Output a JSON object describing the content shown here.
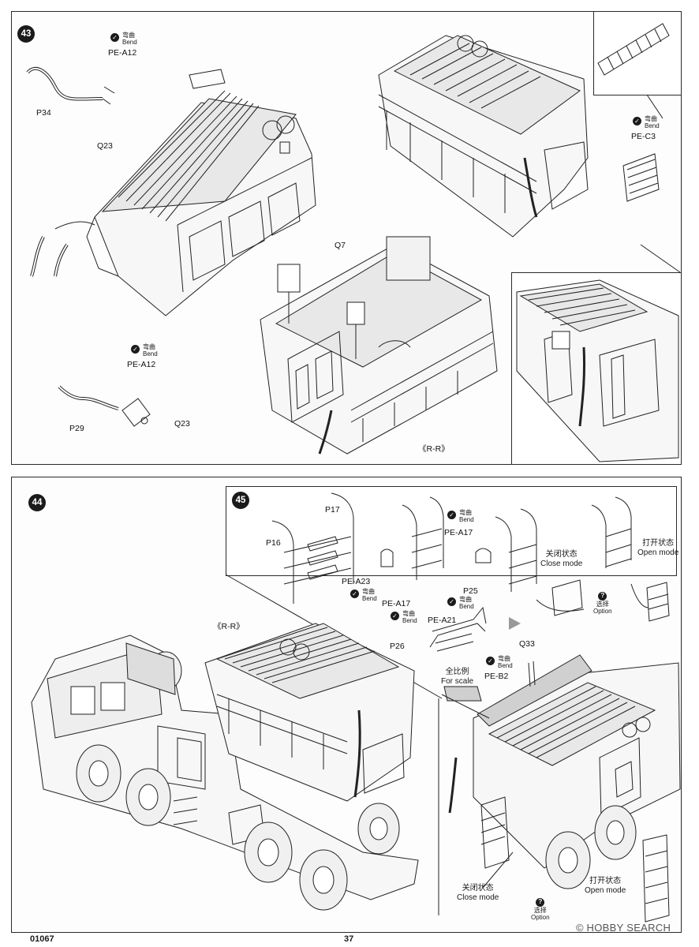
{
  "page": {
    "kit_number": "01067",
    "page_number": "37",
    "watermark": "HOBBY SEARCH",
    "watermark_mark": "©"
  },
  "step43": {
    "number": "43",
    "bend_top": {
      "cn": "弯曲",
      "en": "Bend",
      "code": "PE-A12"
    },
    "bend_mid": {
      "cn": "弯曲",
      "en": "Bend",
      "code": "PE-A12"
    },
    "bend_right": {
      "cn": "弯曲",
      "en": "Bend",
      "code": "PE-C3"
    },
    "labels": {
      "p34": "P34",
      "q23a": "Q23",
      "p29": "P29",
      "q23b": "Q23",
      "q7": "Q7",
      "rr": "《R-R》"
    }
  },
  "step44": {
    "number": "44",
    "labels": {
      "rr": "《R-R》"
    }
  },
  "step45": {
    "number": "45",
    "labels": {
      "p17": "P17",
      "p16": "P16",
      "pe_a23": "PE-A23",
      "pe_a17_top": "PE-A17",
      "pe_a17_low": "PE-A17",
      "p25": "P25",
      "pe_a21": "PE-A21",
      "p26": "P26",
      "q33": "Q33"
    },
    "bend_a23": {
      "cn": "弯曲",
      "en": "Bend"
    },
    "bend_a17_top": {
      "cn": "弯曲",
      "en": "Bend"
    },
    "bend_a17_low": {
      "cn": "弯曲",
      "en": "Bend"
    },
    "bend_p25": {
      "cn": "弯曲",
      "en": "Bend"
    },
    "bend_b2": {
      "cn": "弯曲",
      "en": "Bend",
      "code": "PE-B2"
    },
    "scale": {
      "cn": "全比例",
      "en": "For scale"
    },
    "close_top": {
      "cn": "关闭状态",
      "en": "Close mode"
    },
    "open_top": {
      "cn": "打开状态",
      "en": "Open mode"
    },
    "option_top": {
      "cn": "选择",
      "en": "Option"
    },
    "close_bottom": {
      "cn": "关闭状态",
      "en": "Close mode"
    },
    "open_bottom": {
      "cn": "打开状态",
      "en": "Open mode"
    },
    "option_bottom": {
      "cn": "选择",
      "en": "Option"
    }
  },
  "icons": {
    "step_badge": "numbered-circle-icon",
    "bend": "check-circle-icon",
    "option": "question-circle-icon"
  }
}
